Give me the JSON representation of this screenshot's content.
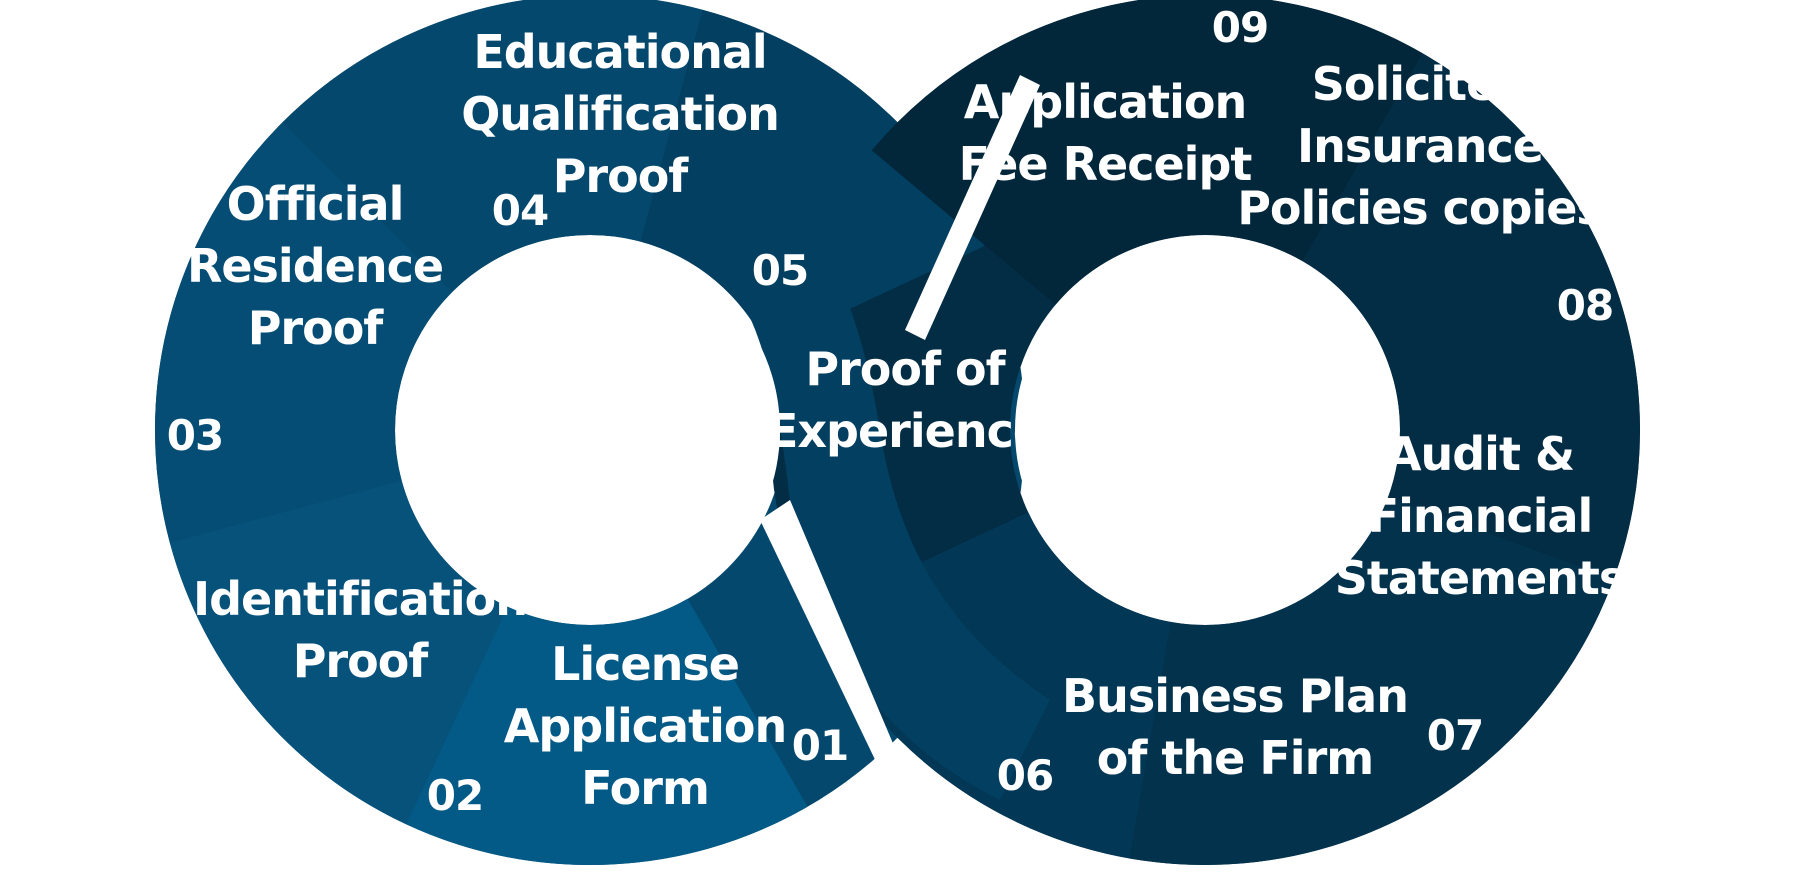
{
  "steps": [
    {
      "number": "01",
      "lines": [
        "License",
        "Application",
        "Form"
      ],
      "color": "#045a86"
    },
    {
      "number": "02",
      "lines": [
        "Identification",
        "Proof"
      ],
      "color": "#06527b"
    },
    {
      "number": "03",
      "lines": [
        "Official",
        "Residence",
        "Proof"
      ],
      "color": "#054d74"
    },
    {
      "number": "04",
      "lines": [
        "Educational",
        "Qualification",
        "Proof"
      ],
      "color": "#04496d"
    },
    {
      "number": "05",
      "lines": [
        "Proof of",
        "Experience"
      ],
      "color": "#033f60"
    },
    {
      "number": "06",
      "lines": [
        "Business Plan",
        "of the Firm"
      ],
      "color": "#033756"
    },
    {
      "number": "07",
      "lines": [
        "Audit &",
        "Financial",
        "Statements"
      ],
      "color": "#03324d"
    },
    {
      "number": "08",
      "lines": [
        "Solicited",
        "Insurance",
        "Policies copies"
      ],
      "color": "#032d45"
    },
    {
      "number": "09",
      "lines": [
        "Application",
        "Fee Receipt"
      ],
      "color": "#02263a"
    }
  ]
}
